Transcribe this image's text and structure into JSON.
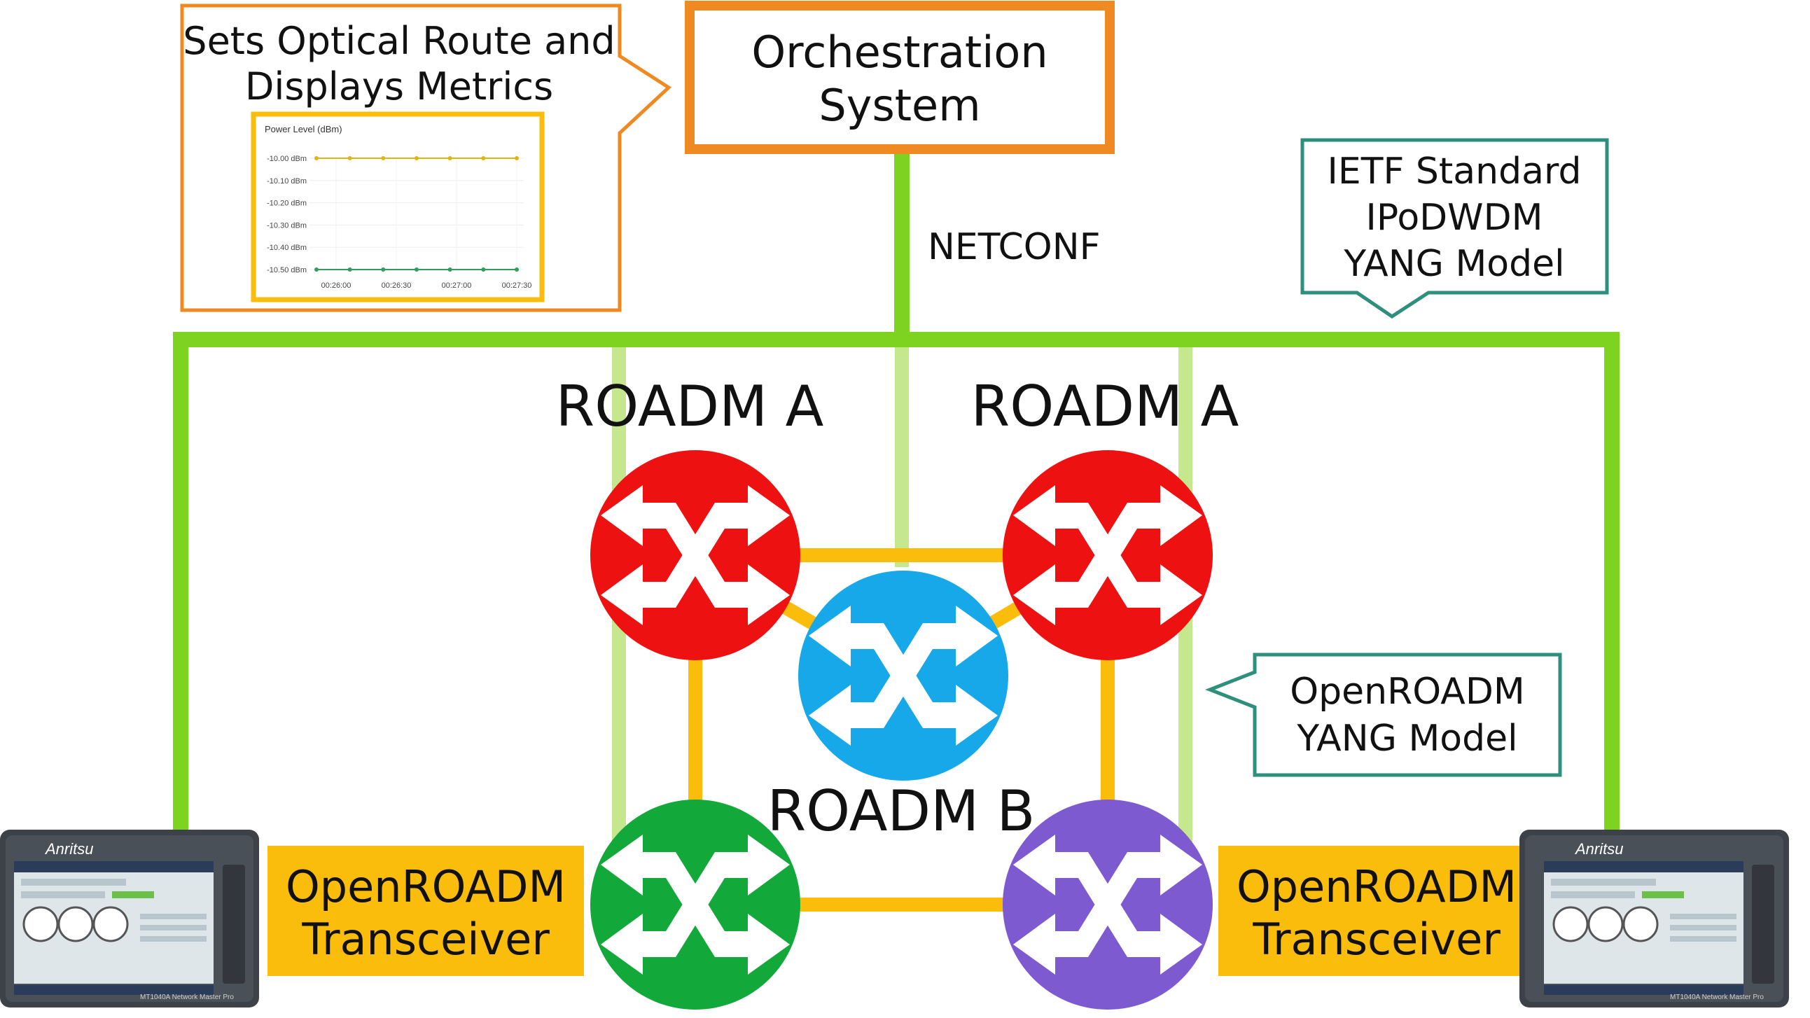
{
  "callouts": {
    "optical_route": {
      "line1": "Sets Optical Route and",
      "line2": "Displays Metrics"
    },
    "ietf": {
      "line1": "IETF Standard",
      "line2": "IPoDWDM",
      "line3": "YANG Model"
    },
    "openroadm_yang": {
      "line1": "OpenROADM",
      "line2": "YANG Model"
    }
  },
  "orchestration": {
    "line1": "Orchestration",
    "line2": "System"
  },
  "protocol_label": "NETCONF",
  "nodes": {
    "roadm_a_left": {
      "label": "ROADM A",
      "color": "#ee1111"
    },
    "roadm_a_right": {
      "label": "ROADM A",
      "color": "#ee1111"
    },
    "roadm_b": {
      "label": "ROADM B",
      "color": "#16a8e8"
    },
    "roadm_green": {
      "color": "#12a83a"
    },
    "roadm_purple": {
      "color": "#7e5ad0"
    }
  },
  "transceivers": {
    "left": {
      "line1": "OpenROADM",
      "line2": "Transceiver"
    },
    "right": {
      "line1": "OpenROADM",
      "line2": "Transceiver"
    }
  },
  "devices": {
    "brand": "Anritsu",
    "model": "MT1040A Network Master Pro"
  },
  "colors": {
    "control_line": "#7ed321",
    "light_control": "#c5e88f",
    "fiber": "#fbbd0c",
    "orange_frame": "#ef8a22",
    "teal_frame": "#2e8f7c",
    "transceiver_fill": "#fbbd0c"
  },
  "chart_data": {
    "type": "line",
    "title": "Power Level (dBm)",
    "y_ticks": [
      "-10.00 dBm",
      "-10.10 dBm",
      "-10.20 dBm",
      "-10.30 dBm",
      "-10.40 dBm",
      "-10.50 dBm"
    ],
    "x_ticks": [
      "00:26:00",
      "00:26:30",
      "00:27:00",
      "00:27:30"
    ],
    "ylim": [
      -10.5,
      -10.0
    ],
    "series": [
      {
        "color": "#e3b40e",
        "values": [
          -10.0,
          -10.0,
          -10.0,
          -10.0,
          -10.0,
          -10.0,
          -10.0
        ]
      },
      {
        "color": "#2f9e5b",
        "values": [
          -10.5,
          -10.5,
          -10.5,
          -10.5,
          -10.5,
          -10.5,
          -10.5
        ]
      }
    ]
  }
}
